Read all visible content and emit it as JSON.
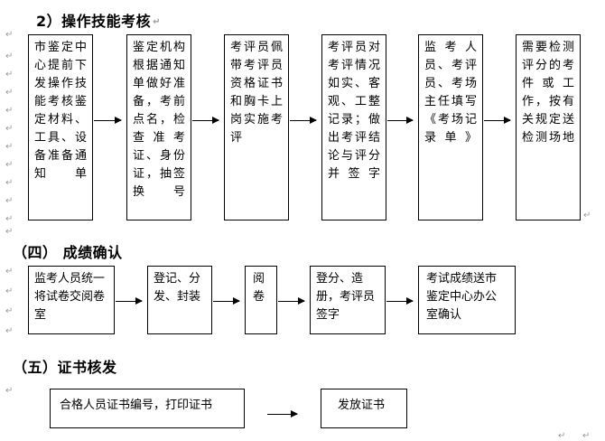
{
  "section2": {
    "title": "2）操作技能考核",
    "steps": [
      "市鉴定中心提前下发操作技能考核鉴定材料、工具、设备准备通知单",
      "鉴定机构根据通知单做好准备，考前点名，检查准考证、身份证，抽签换号",
      "考评员佩带考评员资格证书和胸卡上岗实施考评",
      "考评员对考评情况如实、客观、工整记录；做出考评结论与评分并签字",
      "监考人员、考评员、考场主任填写《考场记录单》",
      "需要检测评分的考件或工作，按有关规定送检测场地"
    ]
  },
  "section4": {
    "title": "（四）  成绩确认",
    "steps": [
      "监考人员统一将试卷交阅卷室",
      "登记、分发、封装",
      "阅卷",
      "登分、造册，考评员签字",
      "考试成绩送市鉴定中心办公室确认"
    ]
  },
  "section5": {
    "title": "（五）证书核发",
    "steps": [
      "合格人员证书编号，打印证书",
      "发放证书"
    ]
  },
  "colors": {
    "text": "#000000",
    "formatting_mark": "#9a9a9a",
    "spellcheck": "#2e9a2e"
  },
  "icons": {
    "paragraph_mark": "↵"
  }
}
